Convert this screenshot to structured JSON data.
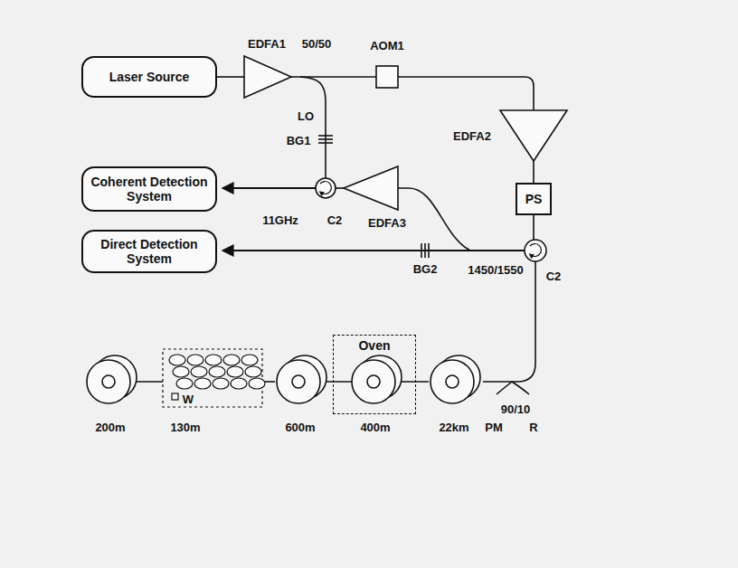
{
  "diagram": {
    "nodes": [
      {
        "text": [
          "Laser Source"
        ]
      },
      {
        "text": [
          "Coherent Detection System"
        ]
      },
      {
        "text": [
          "Direct Detection System"
        ]
      },
      {
        "text": [
          "PS"
        ]
      },
      {
        "text": [
          "Oven"
        ]
      }
    ],
    "labels": [
      "EDFA1",
      "50/50",
      "AOM1",
      "LO",
      "BG1",
      "EDFA2",
      "11GHz",
      "C2",
      "EDFA3",
      "1450/1550",
      "C2",
      "BG2",
      "W",
      "200m",
      "130m",
      "600m",
      "400m",
      "22km",
      "PM",
      "90/10",
      "R"
    ]
  }
}
